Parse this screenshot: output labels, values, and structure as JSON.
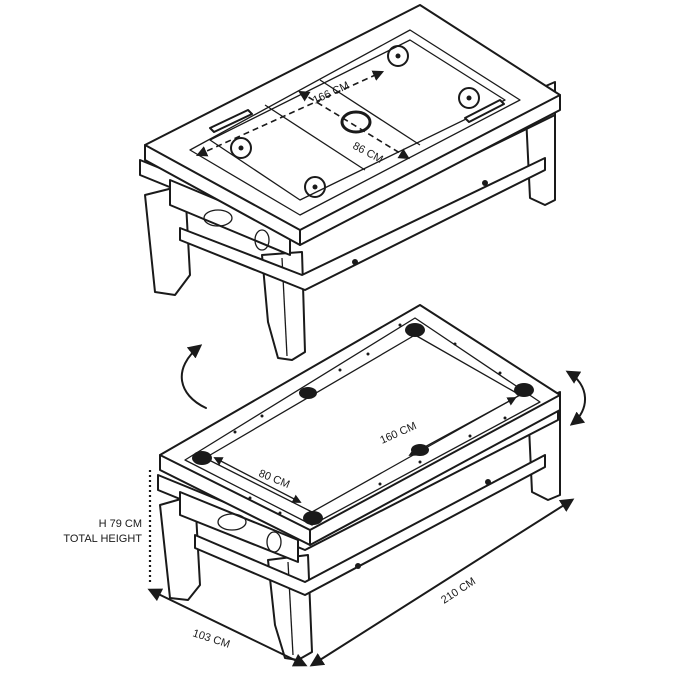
{
  "air_hockey": {
    "length_label": "166 CM",
    "width_label": "86 CM"
  },
  "pool": {
    "length_label": "160 CM",
    "width_label": "80 CM"
  },
  "overall": {
    "height_label": "H 79 CM",
    "height_caption": "TOTAL HEIGHT",
    "length_label": "210 CM",
    "width_label": "103 CM"
  },
  "colors": {
    "line": "#1a1a1a",
    "background": "#ffffff"
  },
  "icons": [
    "rotate-arrow-icon",
    "flip-arrows-icon"
  ]
}
